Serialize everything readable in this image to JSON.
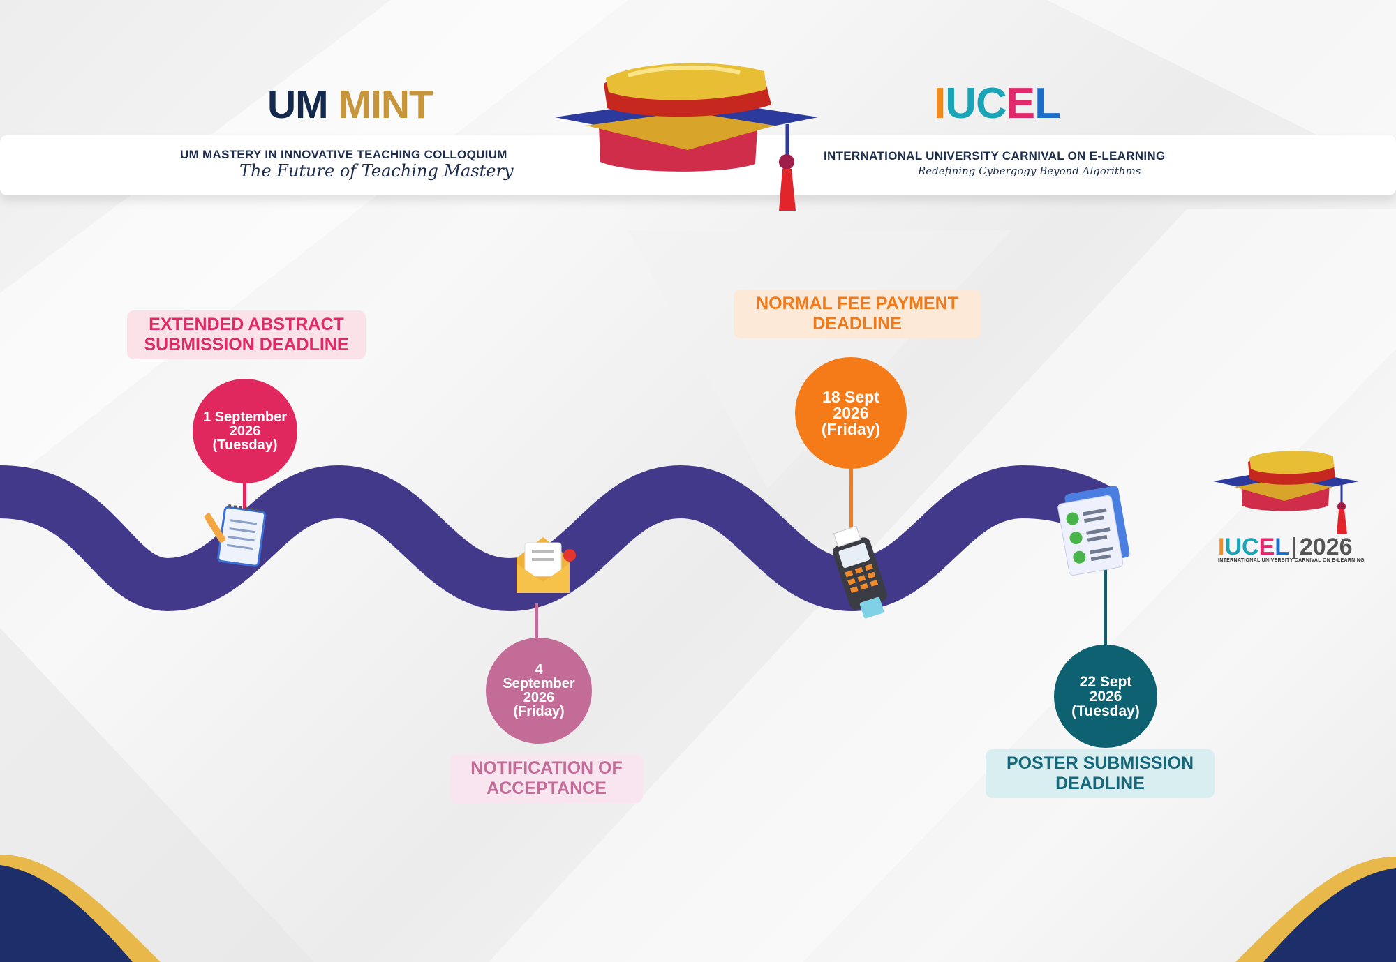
{
  "header": {
    "left_logo": {
      "part1": "UM",
      "part2": "MINT"
    },
    "left_title": "UM MASTERY IN INNOVATIVE TEACHING COLLOQUIUM",
    "left_tagline": "The Future of Teaching Mastery",
    "right_logo": {
      "l1": "I",
      "l2": "U",
      "l3": "C",
      "l4": "E",
      "l5": "L"
    },
    "right_title": "INTERNATIONAL UNIVERSITY CARNIVAL ON E-LEARNING",
    "right_tagline": "Redefining Cybergogy Beyond Algorithms"
  },
  "milestones": [
    {
      "title_line1": "EXTENDED ABSTRACT",
      "title_line2": "SUBMISSION DEADLINE",
      "date_lines": [
        "1 September",
        "2026",
        "(Tuesday)"
      ],
      "icon": "notepad-pencil-icon",
      "color": "#e0285e"
    },
    {
      "title_line1": "NOTIFICATION OF",
      "title_line2": "ACCEPTANCE",
      "date_lines": [
        "4",
        "September",
        "2026",
        "(Friday)"
      ],
      "icon": "envelope-notification-icon",
      "color": "#c46c98"
    },
    {
      "title_line1": "NORMAL FEE PAYMENT",
      "title_line2": "DEADLINE",
      "date_lines": [
        "18 Sept",
        "2026",
        "(Friday)"
      ],
      "icon": "card-terminal-icon",
      "color": "#f57a18"
    },
    {
      "title_line1": "POSTER SUBMISSION",
      "title_line2": "DEADLINE",
      "date_lines": [
        "22 Sept",
        "2026",
        "(Tuesday)"
      ],
      "icon": "checklist-document-icon",
      "color": "#0e6171"
    }
  ],
  "corner_logo": {
    "l1": "I",
    "l2": "U",
    "l3": "C",
    "l4": "E",
    "l5": "L",
    "separator": "|",
    "year": "2026",
    "subtitle": "INTERNATIONAL UNIVERSITY CARNIVAL ON E-LEARNING"
  },
  "colors": {
    "road": "#43398a",
    "navy": "#14294b",
    "gold": "#c8963a"
  }
}
